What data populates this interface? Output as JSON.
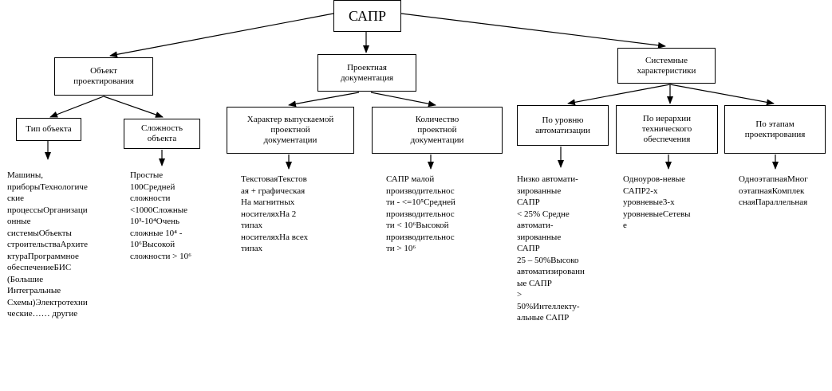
{
  "root": {
    "label": "САПР"
  },
  "groups": [
    {
      "label": "Объект\nпроектирования"
    },
    {
      "label": "Проектная\nдокументация"
    },
    {
      "label": "Системные\nхарактеристики"
    }
  ],
  "leaves": [
    {
      "label": "Тип объекта",
      "text": "Машины,\nприборыТехнологиче\nские\nпроцессыОрганизаци\nонные\nсистемыОбъекты\nстроительстваАрхите\nктураПрограммное\nобеспечениеБИС\n(Большие\nИнтегральные\nСхемы)Электротехни\nческие…… другие"
    },
    {
      "label": "Сложность\nобъекта",
      "text": "Простые\n100Средней\nсложности\n<1000Сложные\n10³-10⁴Очень\nсложные 10⁴ -\n10⁶Высокой\nсложности > 10⁶"
    },
    {
      "label": "Характер выпускаемой\nпроектной\nдокументации",
      "text": "ТекстоваяТекстов\nая + графическая\nНа магнитных\nносителяхНа 2\nтипах\nносителяхНа всех\nтипах"
    },
    {
      "label": "Количество\nпроектной\nдокументации",
      "text": "САПР малой\nпроизводительнос\nти - <=10⁵Средней\nпроизводительнос\nти < 10⁶Высокой\nпроизводительнос\nти > 10⁶"
    },
    {
      "label": "По уровню\nавтоматизации",
      "text": "Низко автомати-\nзированные\nСАПР\n< 25% Средне\nавтомати-\nзированные\nСАПР\n 25 – 50%Высоко\nавтоматизированн\nые САПР\n>\n50%Интеллекту-\nальные САПР"
    },
    {
      "label": "По иерархии\nтехнического\nобеспечения",
      "text": "Одноуров-невые\nСАПР2-х\nуровневые3-х\nуровневыеСетевы\nе"
    },
    {
      "label": "По этапам\nпроектирования",
      "text": "ОдноэтапнаяМног\nоэтапнаяКомплек\nснаяПараллельная"
    }
  ]
}
